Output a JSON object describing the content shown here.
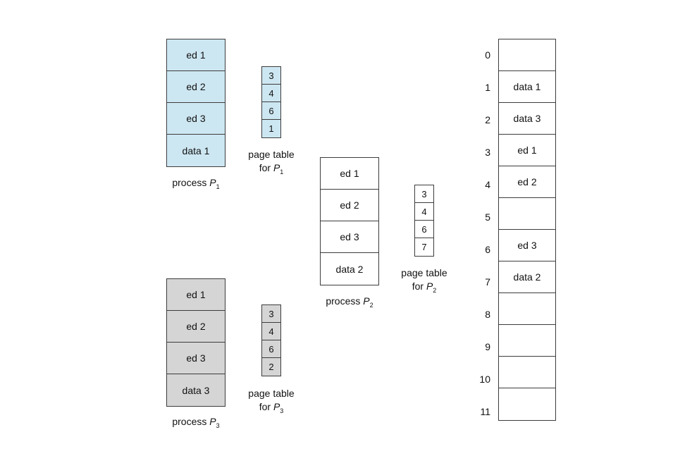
{
  "figure": {
    "colors": {
      "process1_fill": "#cde7f2",
      "process2_fill": "#ffffff",
      "process3_fill": "#d5d5d5",
      "border": "#3c3c3c"
    },
    "processes": [
      {
        "label": "process",
        "var": "P",
        "sub": "1",
        "pages": [
          "ed 1",
          "ed 2",
          "ed 3",
          "data 1"
        ],
        "page_table": {
          "label_line1": "page table",
          "label_line2": "for",
          "var": "P",
          "sub": "1",
          "entries": [
            "3",
            "4",
            "6",
            "1"
          ]
        }
      },
      {
        "label": "process",
        "var": "P",
        "sub": "2",
        "pages": [
          "ed 1",
          "ed 2",
          "ed 3",
          "data 2"
        ],
        "page_table": {
          "label_line1": "page table",
          "label_line2": "for",
          "var": "P",
          "sub": "2",
          "entries": [
            "3",
            "4",
            "6",
            "7"
          ]
        }
      },
      {
        "label": "process",
        "var": "P",
        "sub": "3",
        "pages": [
          "ed 1",
          "ed 2",
          "ed 3",
          "data 3"
        ],
        "page_table": {
          "label_line1": "page table",
          "label_line2": "for",
          "var": "P",
          "sub": "3",
          "entries": [
            "3",
            "4",
            "6",
            "2"
          ]
        }
      }
    ],
    "memory": {
      "frames": [
        {
          "number": "0",
          "content": ""
        },
        {
          "number": "1",
          "content": "data 1"
        },
        {
          "number": "2",
          "content": "data 3"
        },
        {
          "number": "3",
          "content": "ed 1"
        },
        {
          "number": "4",
          "content": "ed 2"
        },
        {
          "number": "5",
          "content": ""
        },
        {
          "number": "6",
          "content": "ed 3"
        },
        {
          "number": "7",
          "content": "data 2"
        },
        {
          "number": "8",
          "content": ""
        },
        {
          "number": "9",
          "content": ""
        },
        {
          "number": "10",
          "content": ""
        },
        {
          "number": "11",
          "content": ""
        }
      ]
    }
  }
}
